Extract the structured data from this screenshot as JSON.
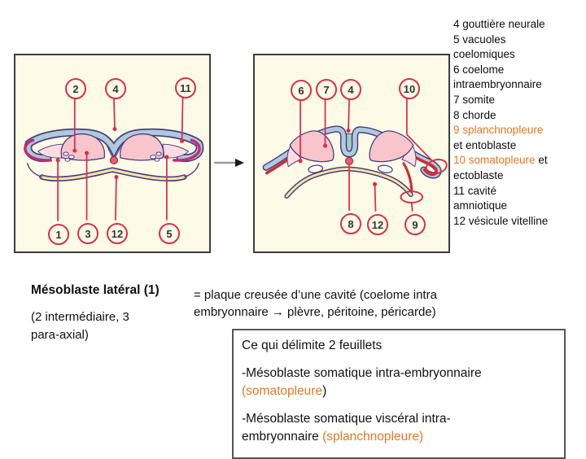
{
  "colors": {
    "accent_red": "#D8304A",
    "accent_orange": "#E87722",
    "box_background": "#FDFBE8",
    "band_blue": "#AECBDC",
    "groove_teal": "#9FCFC4",
    "somite_pink": "#F8C5CD",
    "entoblast_yellow": "#F5E6A3",
    "outline_purple": "#4A3C80"
  },
  "diagrams": {
    "left": {
      "labels": [
        "2",
        "4",
        "11",
        "1",
        "3",
        "12",
        "5"
      ]
    },
    "right": {
      "labels": [
        "6",
        "7",
        "4",
        "10",
        "8",
        "12",
        "9"
      ]
    }
  },
  "legend": {
    "lines": [
      [
        {
          "t": "4 gouttière neurale"
        }
      ],
      [
        {
          "t": "5 vacuoles"
        }
      ],
      [
        {
          "t": "coelomiques"
        }
      ],
      [
        {
          "t": "6 coelome"
        }
      ],
      [
        {
          "t": "intraembryonnaire"
        }
      ],
      [
        {
          "t": "7 somite"
        }
      ],
      [
        {
          "t": "8 chorde"
        }
      ],
      [
        {
          "t": "9 splanchnopleure",
          "orange": true
        }
      ],
      [
        {
          "t": "et entoblaste"
        }
      ],
      [
        {
          "t": "10 somatopleure",
          "orange": true
        },
        {
          "t": " et"
        }
      ],
      [
        {
          "t": "ectoblaste"
        }
      ],
      [
        {
          "t": "11 cavité"
        }
      ],
      [
        {
          "t": "amniotique"
        }
      ],
      [
        {
          "t": "12 vésicule vitelline"
        }
      ]
    ]
  },
  "left_note": {
    "title": "Mésoblaste latéral (1)",
    "sub_line1": "(2 intermédiaire, 3",
    "sub_line2": "para-axial)"
  },
  "equals_note": {
    "line1": "= plaque creusée d’une cavité (coelome intra",
    "line2": "embryonnaire → plèvre, péritoine, péricarde)"
  },
  "info_box": {
    "p1": [
      [
        {
          "t": "Ce qui délimite 2 feuillets"
        }
      ]
    ],
    "p2": [
      [
        {
          "t": "-Mésoblaste somatique intra-embryonnaire"
        }
      ],
      [
        {
          "t": "(somatopleure",
          "orange": true
        },
        {
          "t": ")"
        }
      ]
    ],
    "p3": [
      [
        {
          "t": "-Mésoblaste somatique viscéral intra-"
        }
      ],
      [
        {
          "t": "embryonnaire "
        },
        {
          "t": "(splanchnopleure)",
          "orange": true
        }
      ]
    ]
  }
}
